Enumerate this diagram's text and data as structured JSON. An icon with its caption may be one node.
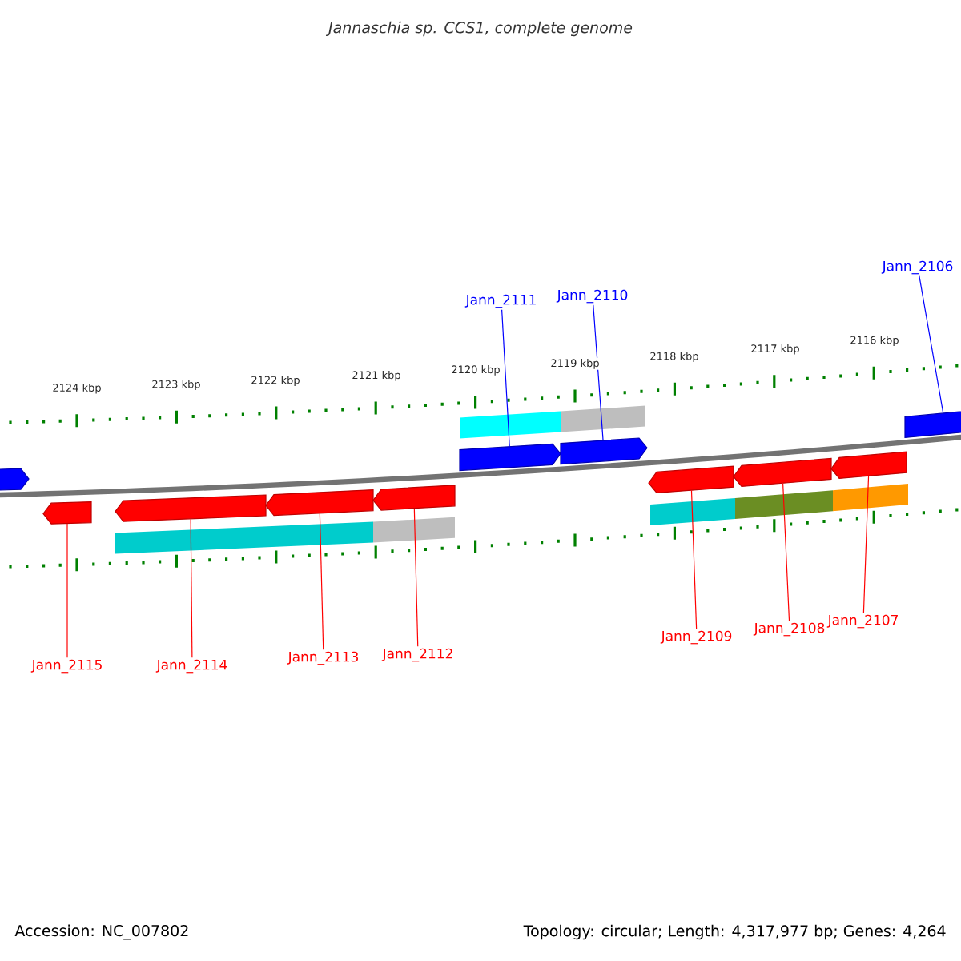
{
  "diagram": {
    "title": "Jannaschia sp. CCS1, complete genome",
    "nodes": [
      {
        "text": [
          "Jann_2111"
        ]
      },
      {
        "text": [
          "Jann_2110"
        ]
      },
      {
        "text": [
          "Jann_2106"
        ]
      },
      {
        "text": [
          "Jann_2115"
        ]
      },
      {
        "text": [
          "Jann_2114"
        ]
      },
      {
        "text": [
          "Jann_2113"
        ]
      },
      {
        "text": [
          "Jann_2112"
        ]
      },
      {
        "text": [
          "Jann_2109"
        ]
      },
      {
        "text": [
          "Jann_2108"
        ]
      },
      {
        "text": [
          "Jann_2107"
        ]
      },
      {
        "text": [],
        "shape": "arrow"
      },
      {
        "text": [],
        "shape": "arrow"
      },
      {
        "text": [],
        "shape": "arrow"
      },
      {
        "text": [],
        "shape": "arrow"
      },
      {
        "text": [],
        "shape": "arrow"
      },
      {
        "text": [],
        "shape": "arrow"
      },
      {
        "text": [],
        "shape": "arrow"
      },
      {
        "text": [],
        "shape": "arrow"
      },
      {
        "text": [],
        "shape": "arrow"
      },
      {
        "text": [],
        "shape": "arrow"
      },
      {
        "text": [],
        "shape": "arrow"
      },
      {
        "text": [],
        "shape": "bar"
      },
      {
        "text": [],
        "shape": "bar"
      },
      {
        "text": [],
        "shape": "bar"
      },
      {
        "text": [],
        "shape": "bar"
      },
      {
        "text": [],
        "shape": "bar"
      },
      {
        "text": [],
        "shape": "bar"
      },
      {
        "text": [],
        "shape": "bar"
      }
    ],
    "edges": [
      {
        "from": 0,
        "to": 15,
        "arrow": "none",
        "color": "#0000ff"
      },
      {
        "from": 1,
        "to": 16,
        "arrow": "none",
        "color": "#0000ff"
      },
      {
        "from": 2,
        "to": 20,
        "arrow": "none",
        "color": "#0000ff"
      },
      {
        "from": 3,
        "to": 11,
        "arrow": "none"
      },
      {
        "from": 4,
        "to": 12,
        "arrow": "none"
      },
      {
        "from": 5,
        "to": 13,
        "arrow": "none"
      },
      {
        "from": 6,
        "to": 14,
        "arrow": "none"
      },
      {
        "from": 7,
        "to": 17,
        "arrow": "none"
      },
      {
        "from": 8,
        "to": 18,
        "arrow": "none"
      },
      {
        "from": 9,
        "to": 19,
        "arrow": "none"
      }
    ],
    "labels": [
      "2124 kbp",
      "2123 kbp",
      "2122 kbp",
      "2121 kbp",
      "2120 kbp",
      "2119 kbp",
      "2118 kbp",
      "2117 kbp",
      "2116 kbp",
      "Accession: NC_007802",
      "Topology: circular; Length: 4,317,977 bp; Genes: 4,264"
    ]
  }
}
